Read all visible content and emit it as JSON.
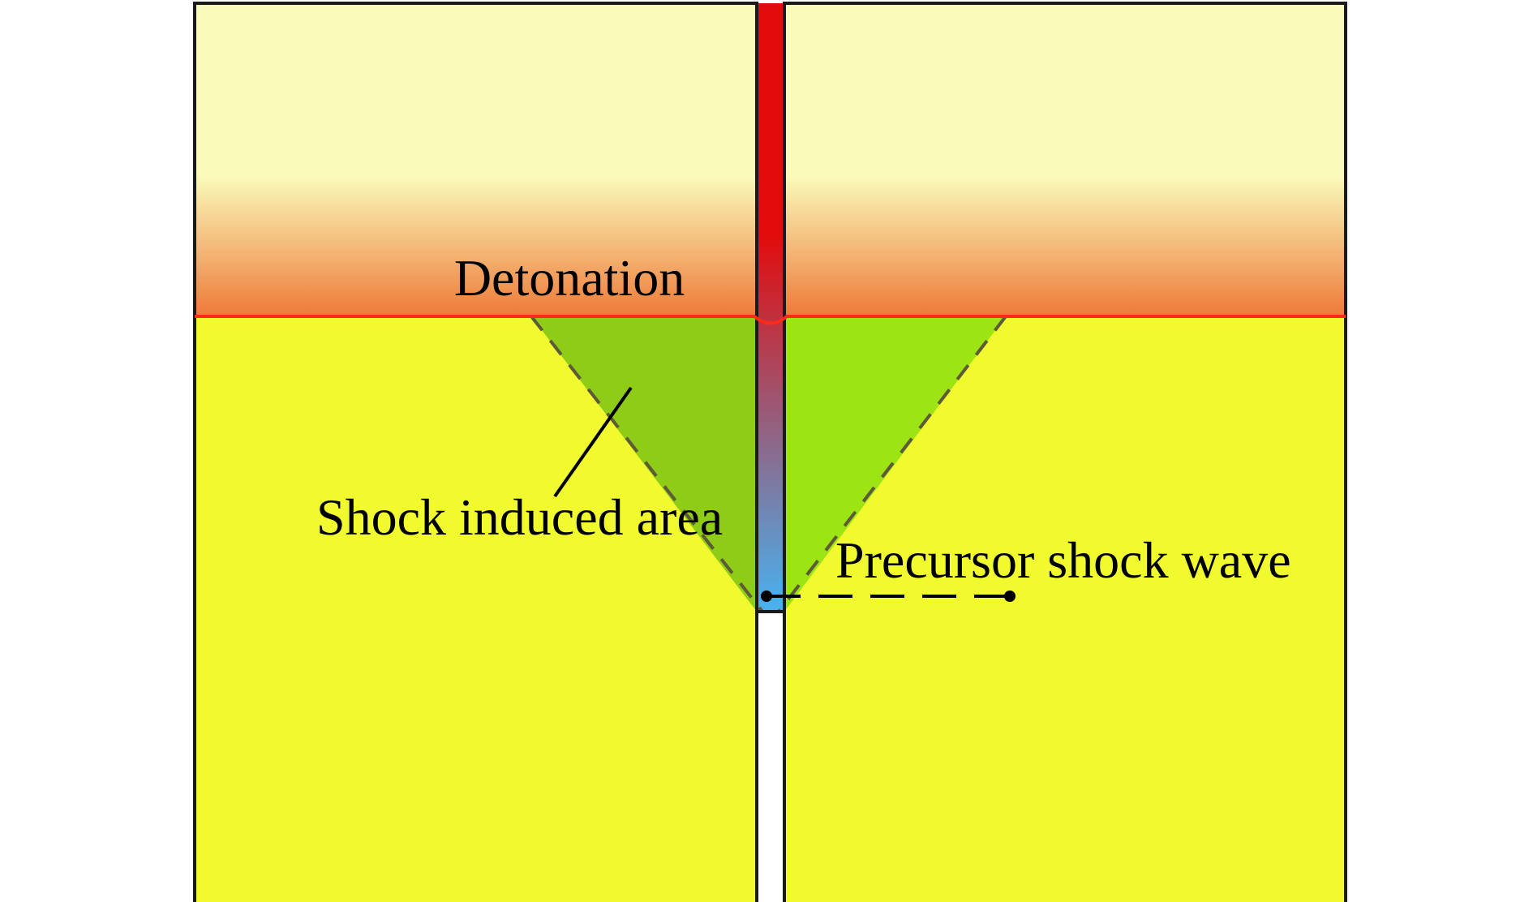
{
  "labels": {
    "detonation": "Detonation",
    "shock_induced_area": "Shock induced area",
    "precursor_shock_wave": "Precursor shock wave"
  },
  "colors": {
    "unreacted_explosive": "#F0FA2E",
    "detonation_products_top": "#FAFBBB",
    "detonation_products_bottom": "#EE7A38",
    "detonation_front": "#FF2A1A",
    "shock_region_left": "#8FCC18",
    "shock_region_right": "#9CE413",
    "channel_hot": "#E30B0B",
    "channel_cold": "#48B3F0",
    "outline": "#1A1A1A",
    "dashed_line": "#5E5A37"
  }
}
